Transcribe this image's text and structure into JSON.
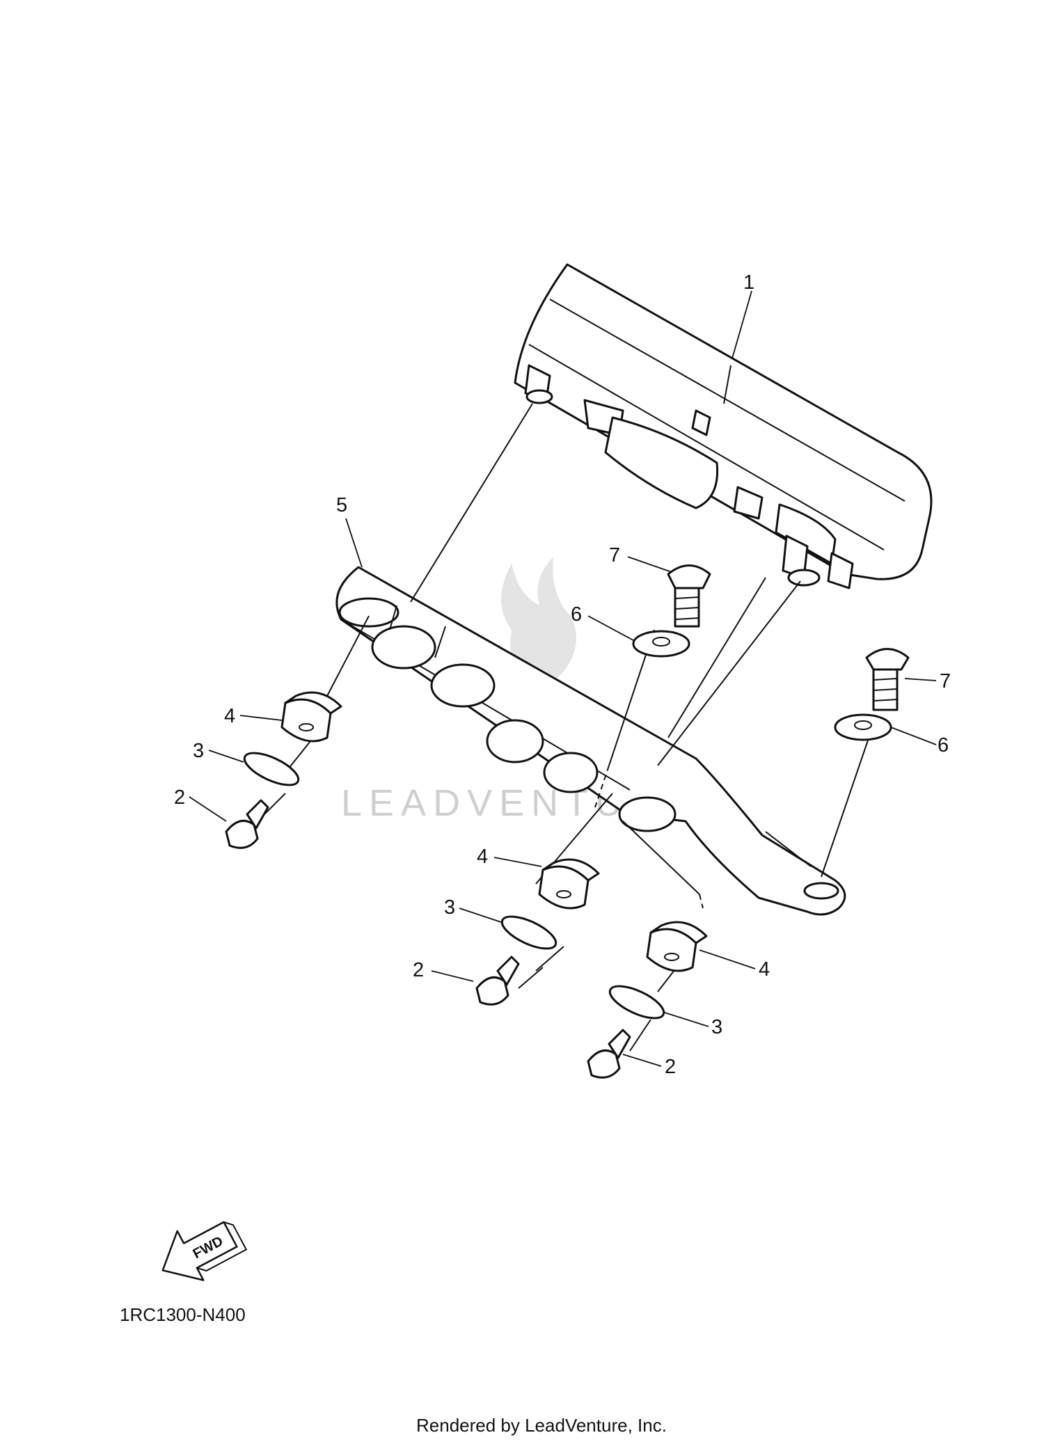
{
  "diagram_code": "1RC1300-N400",
  "footer_credit": "Rendered by LeadVenture, Inc.",
  "watermark_text": "LEADVENTURE",
  "fwd_label": "FWD",
  "callouts": [
    {
      "id": "c1",
      "label": "1"
    },
    {
      "id": "c5",
      "label": "5"
    },
    {
      "id": "c7a",
      "label": "7"
    },
    {
      "id": "c6a",
      "label": "6"
    },
    {
      "id": "c7b",
      "label": "7"
    },
    {
      "id": "c6b",
      "label": "6"
    },
    {
      "id": "c4a",
      "label": "4"
    },
    {
      "id": "c3a",
      "label": "3"
    },
    {
      "id": "c2a",
      "label": "2"
    },
    {
      "id": "c4b",
      "label": "4"
    },
    {
      "id": "c3b",
      "label": "3"
    },
    {
      "id": "c2b",
      "label": "2"
    },
    {
      "id": "c4c",
      "label": "4"
    },
    {
      "id": "c3c",
      "label": "3"
    },
    {
      "id": "c2c",
      "label": "2"
    }
  ]
}
